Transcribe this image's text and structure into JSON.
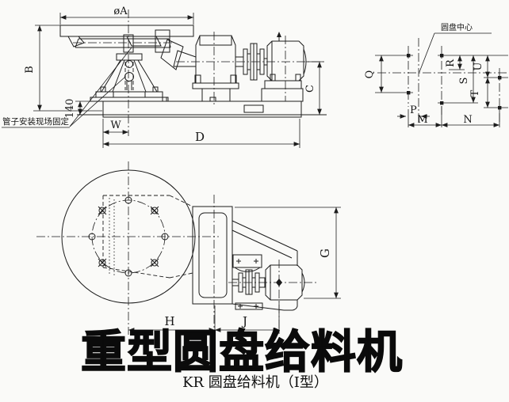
{
  "title": {
    "main": "重型圆盘给料机",
    "sub": "KR 圆盘给料机（Ⅰ型）"
  },
  "notes": {
    "pipe": "管子安装现场固定",
    "disc_center": "圆盘中心"
  },
  "dim": {
    "a": "øA",
    "b": "B",
    "b140": "140",
    "w": "W",
    "d": "D",
    "c": "C",
    "q": "Q",
    "r": "R",
    "s": "S",
    "t": "T",
    "u": "U",
    "p": "P",
    "m": "M",
    "n": "N",
    "g": "G",
    "h": "H",
    "j": "J"
  },
  "colors": {
    "line": "#1d1d1d",
    "background": "#fafaf8",
    "text": "#111111"
  }
}
